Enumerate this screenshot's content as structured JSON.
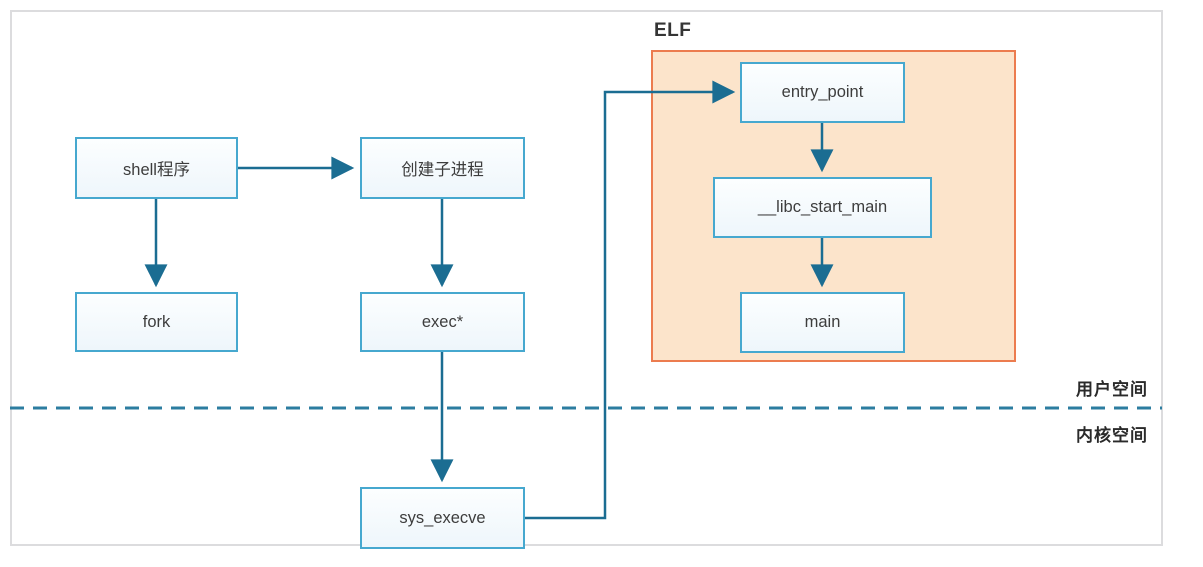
{
  "diagram": {
    "elf_group": {
      "label": "ELF"
    },
    "region_labels": {
      "user_space": "用户空间",
      "kernel_space": "内核空间"
    },
    "nodes": {
      "shell": {
        "label": "shell程序"
      },
      "create_child": {
        "label": "创建子进程"
      },
      "fork": {
        "label": "fork"
      },
      "exec": {
        "label": "exec*"
      },
      "sys_execve": {
        "label": "sys_execve"
      },
      "entry_point": {
        "label": "entry_point"
      },
      "libc_start_main": {
        "label": "__libc_start_main"
      },
      "main": {
        "label": "main"
      }
    },
    "edges": [
      {
        "from": "shell",
        "to": "create_child"
      },
      {
        "from": "shell",
        "to": "fork"
      },
      {
        "from": "create_child",
        "to": "exec"
      },
      {
        "from": "exec",
        "to": "sys_execve"
      },
      {
        "from": "sys_execve",
        "to": "entry_point"
      },
      {
        "from": "entry_point",
        "to": "libc_start_main"
      },
      {
        "from": "libc_start_main",
        "to": "main"
      }
    ],
    "divider": {
      "separates": [
        "用户空间",
        "内核空间"
      ]
    },
    "colors": {
      "node_border": "#46a8cf",
      "node_fill": "#f2f9fc",
      "node_text": "#3d3d3d",
      "arrow": "#1b6d92",
      "divider": "#2c7da0",
      "elf_group_border": "#ec7c4f",
      "elf_group_fill": "#fce4cb",
      "frame_border": "#dcdcde",
      "label_text": "#2a2a2a"
    }
  }
}
